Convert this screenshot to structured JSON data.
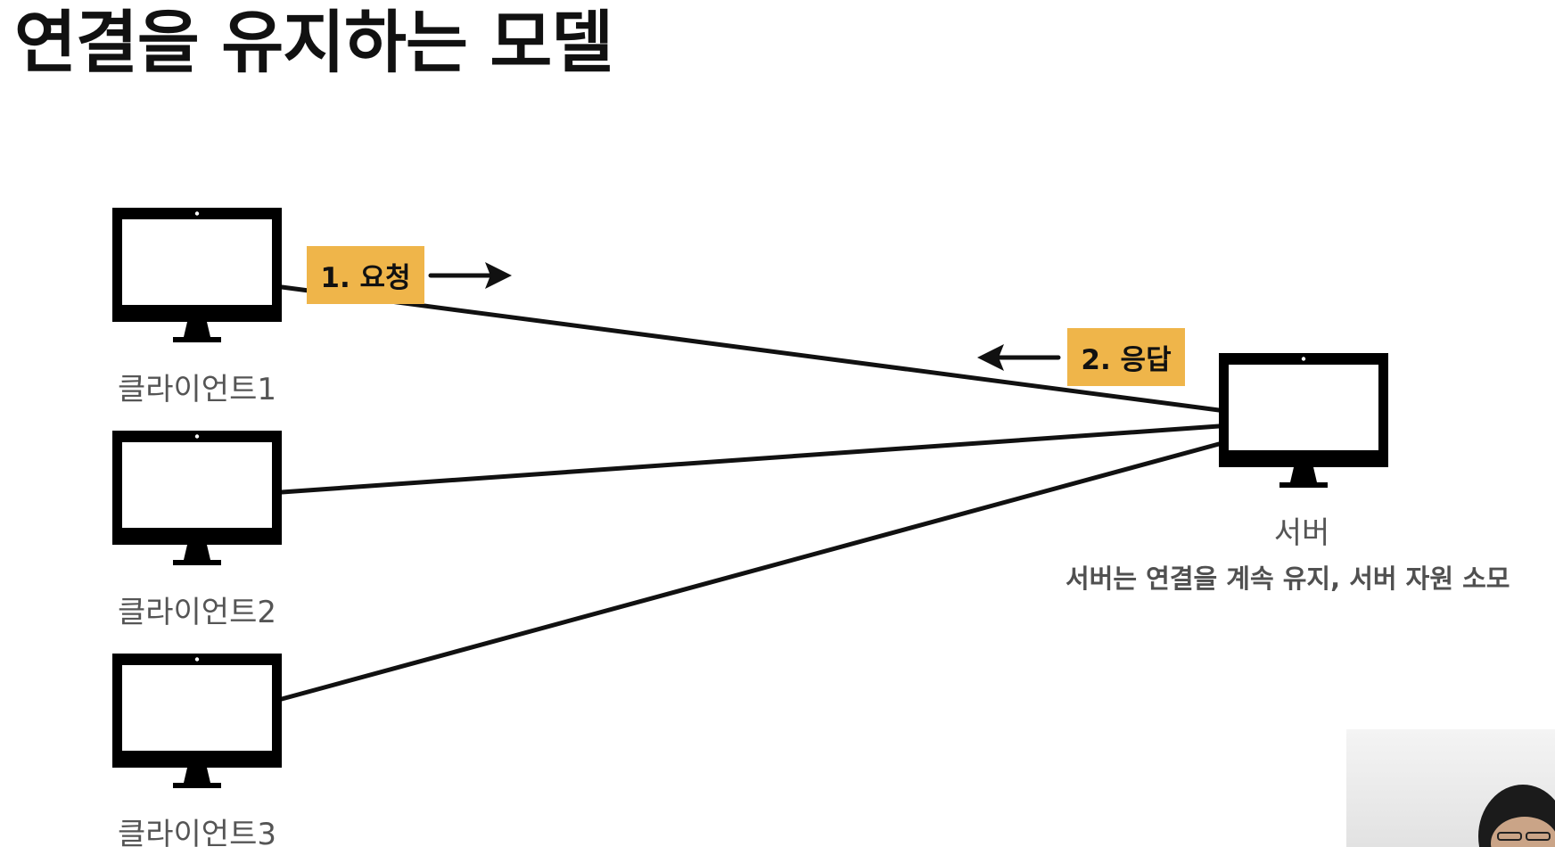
{
  "title": "연결을 유지하는 모델",
  "clients": [
    {
      "label": "클라이언트1"
    },
    {
      "label": "클라이언트2"
    },
    {
      "label": "클라이언트3"
    }
  ],
  "server": {
    "label": "서버",
    "note": "서버는 연결을 계속 유지, 서버 자원 소모"
  },
  "request_tag": {
    "label": "1. 요청"
  },
  "response_tag": {
    "label": "2. 응답"
  },
  "colors": {
    "tag_fill": "#efb54a",
    "monitor": "#000000",
    "line": "#111111"
  },
  "icons": [
    "monitor-icon",
    "arrow-right-icon",
    "arrow-left-icon"
  ]
}
